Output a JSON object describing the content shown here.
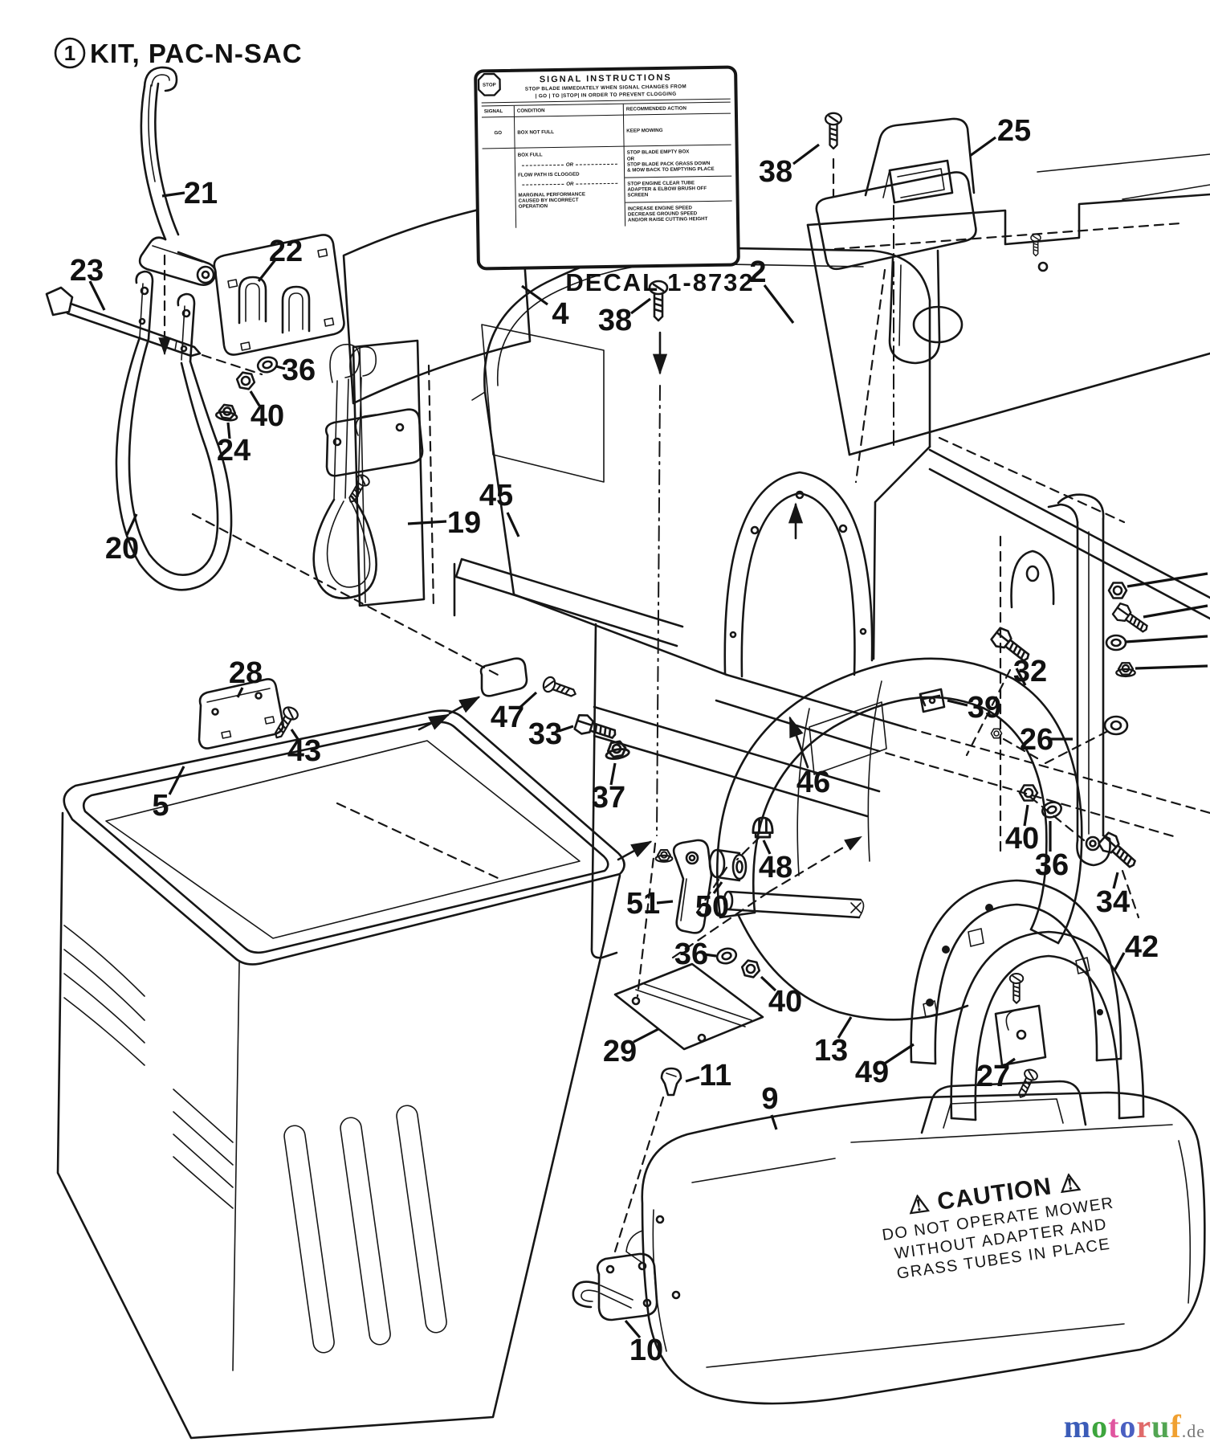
{
  "header": {
    "kit_number": "1",
    "title": "KIT, PAC-N-SAC"
  },
  "decal": {
    "heading": "SIGNAL  INSTRUCTIONS",
    "subtitle": "STOP BLADE IMMEDIATELY WHEN SIGNAL CHANGES FROM",
    "signal_line": "| GO | TO |STOP| IN ORDER TO PREVENT CLOGGING",
    "columns": [
      "SIGNAL",
      "CONDITION",
      "RECOMMENDED ACTION"
    ],
    "go_row": {
      "signal": "GO",
      "condition": "BOX NOT FULL",
      "action": "KEEP MOWING"
    },
    "stop_row": {
      "signal": "STOP",
      "or_label": "OR",
      "conditions": [
        "BOX FULL",
        "FLOW PATH IS CLOGGED",
        "MARGINAL PERFORMANCE\nCAUSED BY INCORRECT\nOPERATION"
      ],
      "actions": [
        "STOP BLADE EMPTY BOX\nOR\nSTOP BLADE PACK GRASS DOWN\n& MOW BACK TO EMPTYING PLACE",
        "STOP ENGINE CLEAR TUBE\nADAPTER & ELBOW BRUSH OFF\nSCREEN",
        "INCREASE ENGINE SPEED\nDECREASE GROUND SPEED\nAND/OR RAISE CUTTING HEIGHT"
      ]
    },
    "label": "DECAL 1-8732"
  },
  "caution": {
    "symbol": "⚠",
    "title": "CAUTION",
    "lines": [
      "DO NOT OPERATE MOWER",
      "WITHOUT ADAPTER AND",
      "GRASS TUBES IN PLACE"
    ]
  },
  "callouts": {
    "c2": "2",
    "c4": "4",
    "c5": "5",
    "c9": "9",
    "c10": "10",
    "c11": "11",
    "c13": "13",
    "c19": "19",
    "c20": "20",
    "c21": "21",
    "c22": "22",
    "c23": "23",
    "c24": "24",
    "c25": "25",
    "c26": "26",
    "c27": "27",
    "c28": "28",
    "c29": "29",
    "c32": "32",
    "c33": "33",
    "c34": "34",
    "c36": "36",
    "c37": "37",
    "c38": "38",
    "c39": "39",
    "c40": "40",
    "c42": "42",
    "c43": "43",
    "c45": "45",
    "c46": "46",
    "c47": "47",
    "c48": "48",
    "c49": "49",
    "c50": "50",
    "c51": "51"
  },
  "watermark": {
    "letters": [
      {
        "ch": "m",
        "color": "#3b5cb8"
      },
      {
        "ch": "o",
        "color": "#3da53d"
      },
      {
        "ch": "t",
        "color": "#e0559f"
      },
      {
        "ch": "o",
        "color": "#4a5fc1"
      },
      {
        "ch": "r",
        "color": "#e06a6a"
      },
      {
        "ch": "u",
        "color": "#52a552"
      },
      {
        "ch": "f",
        "color": "#f0a030"
      }
    ],
    "suffix": ".de",
    "suffix_color": "#777777"
  }
}
